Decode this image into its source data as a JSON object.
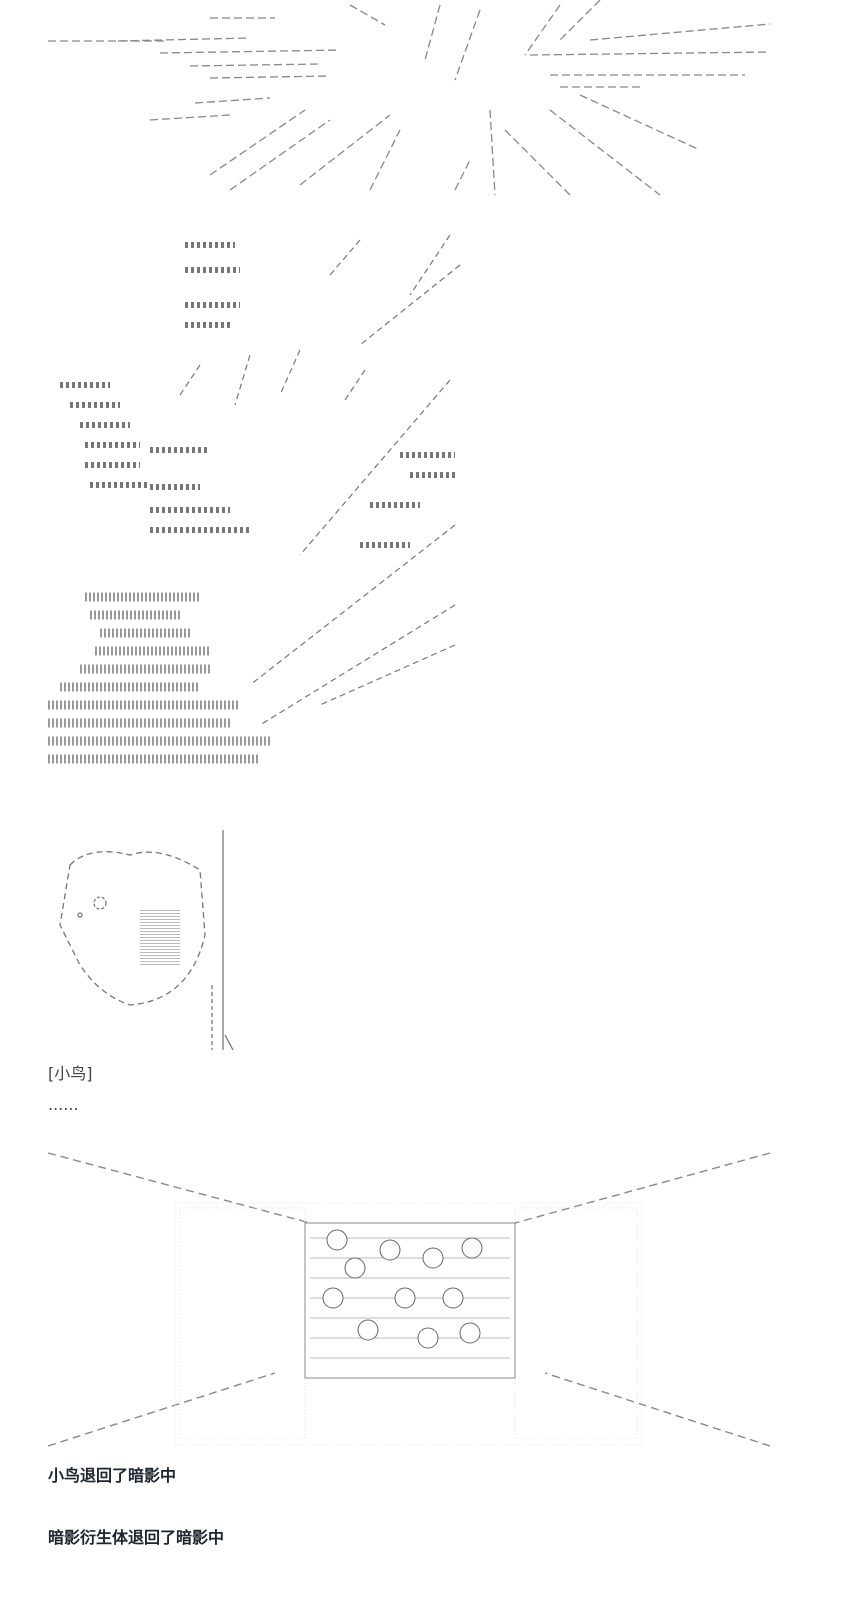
{
  "art_blocks": [
    {
      "name": "light-rays-aa"
    },
    {
      "name": "crowd-radiating-aa"
    },
    {
      "name": "bird-sketch-aa"
    },
    {
      "name": "room-with-orbs-aa"
    }
  ],
  "speaker_label": "[小鸟]",
  "ellipsis": "......",
  "line1": "小鸟退回了暗影中",
  "line2": "暗影衍生体退回了暗影中"
}
